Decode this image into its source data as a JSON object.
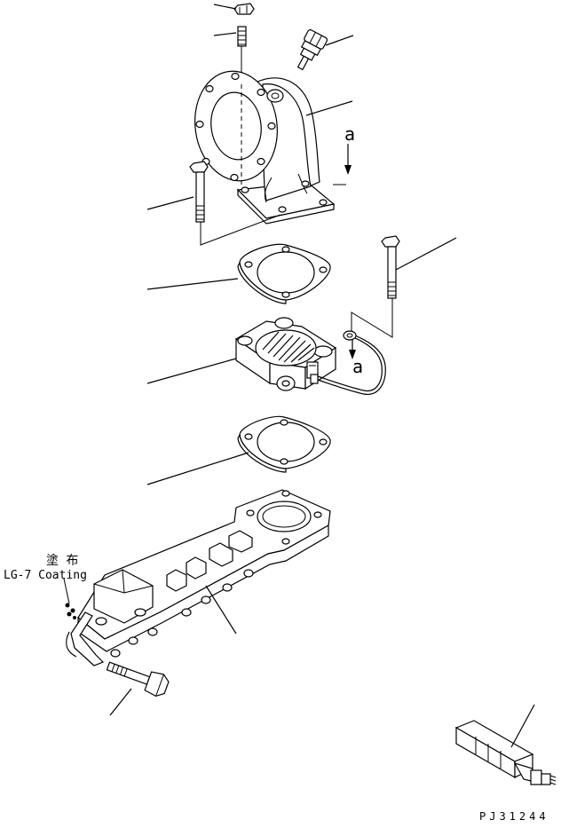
{
  "annotations": {
    "coating_jp": "塗 布",
    "coating_en": "LG-7 Coating",
    "view_marker_top": "a",
    "view_marker_mid": "a",
    "drawing_code": "PJ31244"
  }
}
